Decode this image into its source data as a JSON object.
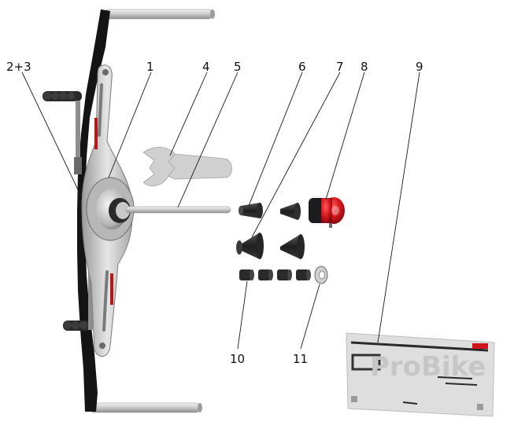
{
  "callouts": {
    "c23": "2+3",
    "c1": "1",
    "c4": "4",
    "c5": "5",
    "c6": "6",
    "c7": "7",
    "c8": "8",
    "c9": "9",
    "c10": "10",
    "c11": "11"
  },
  "board": {
    "logo": "ProBike"
  },
  "colors": {
    "frame_black": "#141414",
    "arm_silver": "#c9c9c9",
    "rod_grey": "#d7d7d7",
    "accent_red": "#d0141c",
    "cone_dark": "#2a2a2a",
    "wrench_grey": "#cfcfcf",
    "board_grey": "#dedede"
  }
}
